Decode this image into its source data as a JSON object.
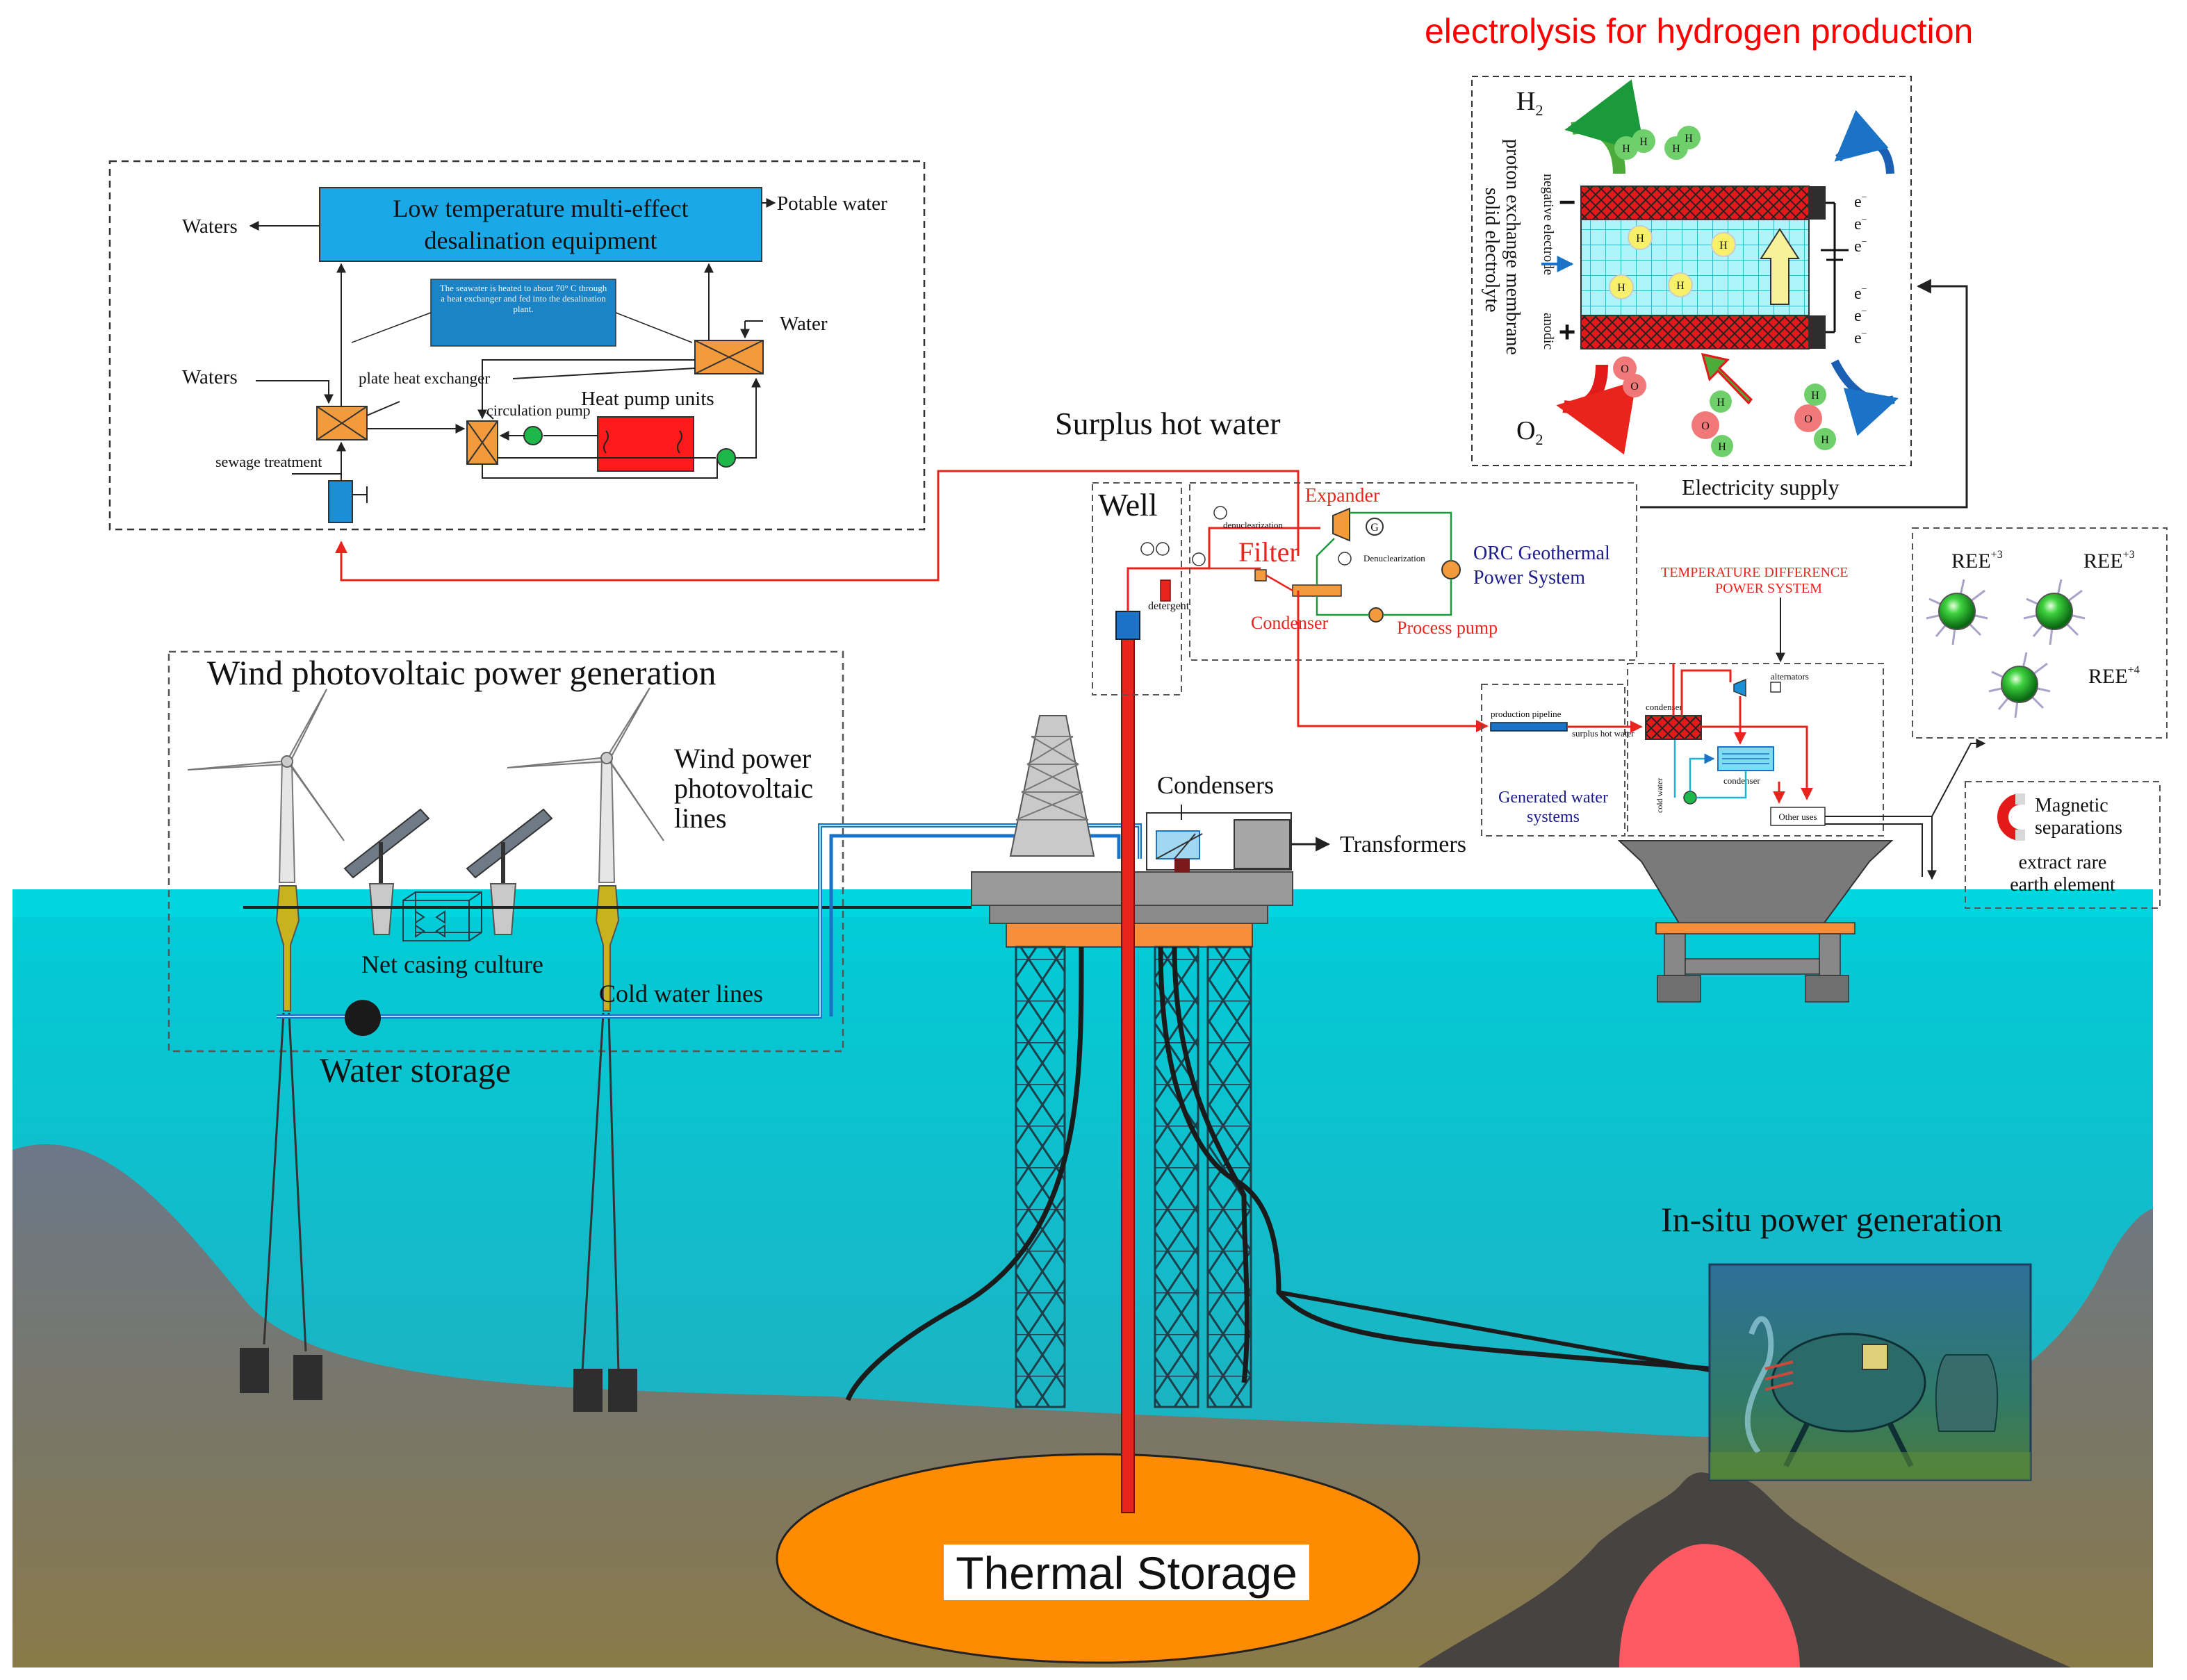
{
  "colors": {
    "sea": "#2bb3c0",
    "sea_top": "#19cfd9",
    "seabed": "#6d7a8a",
    "soil": "#857a52",
    "thermal": "#ff8c00",
    "hot_pipe": "#e8241d",
    "cold_pipe": "#1a73c6",
    "desal_blue": "#1aa8e6",
    "heat_pump_red": "#ff1b1b",
    "hx_orange": "#f39a3c",
    "buoy_yellow": "#c8b21e",
    "title_red": "#ff0000"
  },
  "hydrogen": {
    "title": "electrolysis for hydrogen production",
    "h2": "H",
    "h2_sub": "2",
    "o2": "O",
    "o2_sub": "2",
    "negative_electrode": "negative electrode",
    "membrane_line1": "proton exchange membrane",
    "membrane_line2": "solid electrolyte",
    "anodic": "anodic",
    "minus": "−",
    "plus": "+",
    "electricity_supply": "Electricity supply",
    "molecule_h": "H",
    "molecule_o": "O",
    "ion_h": "H",
    "ion_sup": "+",
    "electron": "e",
    "electron_sup": "−"
  },
  "desalination": {
    "main_line1": "Low temperature multi-effect",
    "main_line2": "desalination equipment",
    "potable_water": "Potable water",
    "waters_top": "Waters",
    "waters_left": "Waters",
    "note": "The seawater is heated to about 70° C through a heat exchanger and fed into the desalination plant.",
    "water": "Water",
    "plate_heat_exchanger": "plate heat exchanger",
    "circulation_pump": "circulation pump",
    "heat_pump_units": "Heat pump units",
    "sewage_treatment": "sewage treatment"
  },
  "labels": {
    "surplus_hot_water": "Surplus hot water",
    "well": "Well",
    "wind_pv": "Wind photovoltaic power generation",
    "wind_lines_1": "Wind power",
    "wind_lines_2": "photovoltaic",
    "wind_lines_3": "lines",
    "net_casing": "Net casing culture",
    "cold_water_lines": "Cold water lines",
    "water_storage": "Water storage",
    "condensers": "Condensers",
    "transformers": "Transformers",
    "thermal_storage": "Thermal Storage",
    "insitu": "In-situ power generation"
  },
  "orc": {
    "expander": "Expander",
    "filter": "Filter",
    "condenser": "Condenser",
    "process_pump": "Process pump",
    "title_line1": "ORC Geothermal",
    "title_line2": "Power System",
    "denuc1": "denuclearization",
    "denuc2": "Denuclearization",
    "detergent": "detergent",
    "gen": "G"
  },
  "tdps": {
    "title_line1": "TEMPERATURE DIFFERENCE",
    "title_line2": "POWER SYSTEM",
    "production_pipeline": "production pipeline",
    "surplus_hot_water": "surplus hot water",
    "generated_line1": "Generated water",
    "generated_line2": "systems",
    "condenser1": "condenser",
    "condenser2": "condenser",
    "alternators": "alternators",
    "cold_water": "cold water",
    "other_uses": "Other uses"
  },
  "ree": {
    "label": "REE",
    "sup3": "+3",
    "sup4": "+4",
    "magnetic_1": "Magnetic",
    "magnetic_2": "separations",
    "extract_1": "extract rare",
    "extract_2": "earth element"
  }
}
